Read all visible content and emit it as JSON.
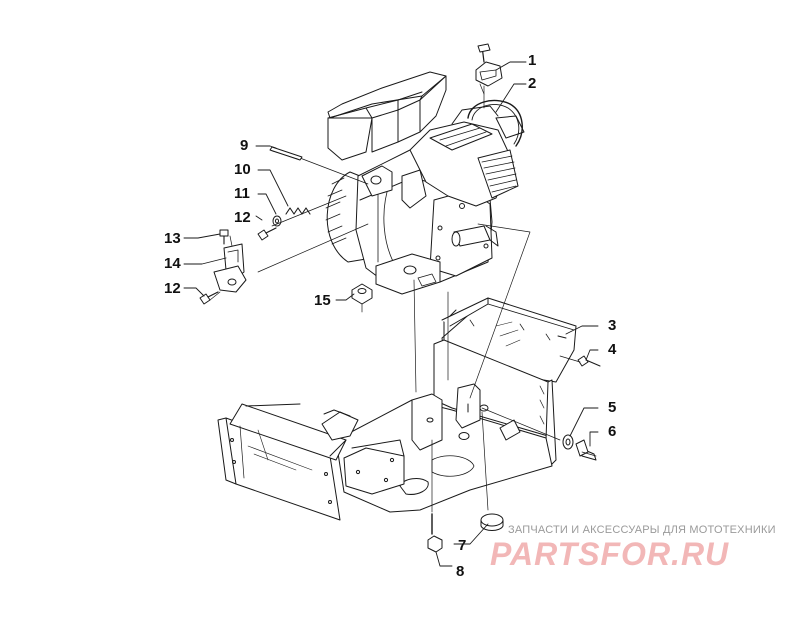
{
  "callouts": [
    "1",
    "2",
    "3",
    "4",
    "5",
    "6",
    "7",
    "8",
    "9",
    "10",
    "11",
    "12",
    "12",
    "13",
    "14",
    "15"
  ],
  "watermark": {
    "caption": "ЗАПЧАСТИ И АКСЕССУАРЫ ДЛЯ МОТОТЕХНИКИ",
    "logo": "PARTSFOR.RU"
  },
  "colors": {
    "ink": "#1a1a1a",
    "watermark": "#f2b7b7"
  }
}
